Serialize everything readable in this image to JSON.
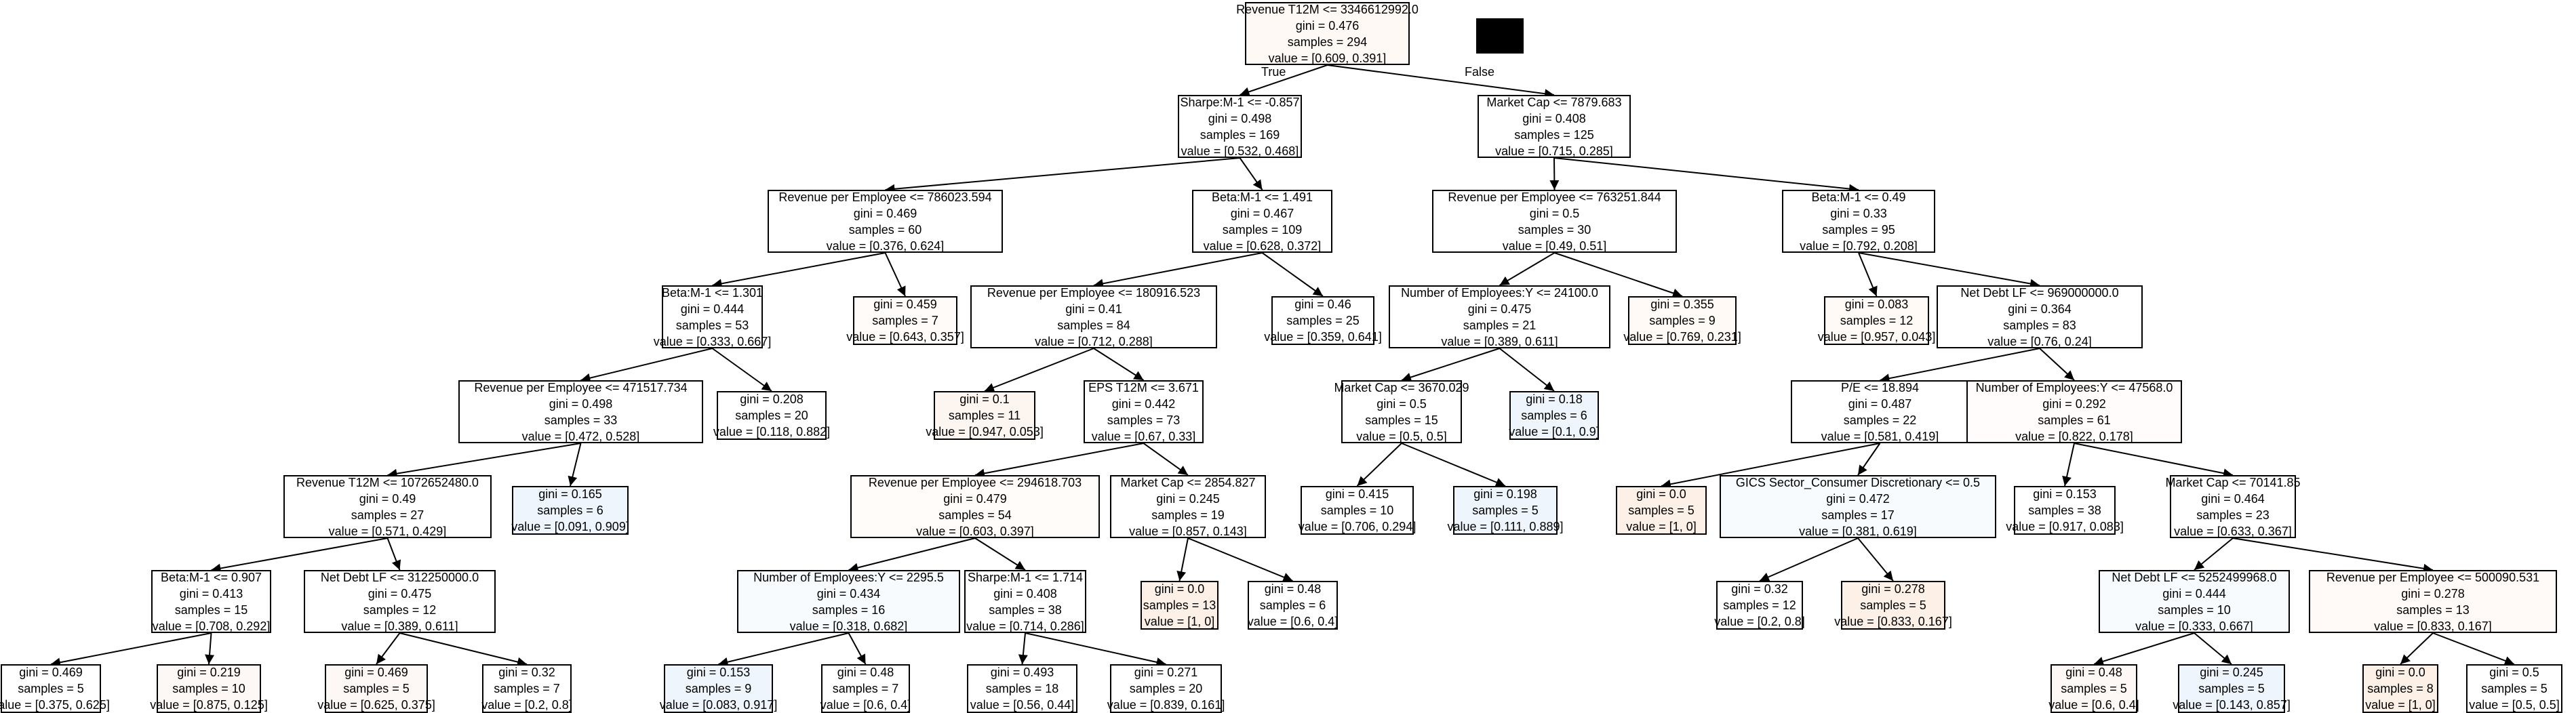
{
  "tree": {
    "node_fill": "#ffffff",
    "edge_color": "#000000",
    "edge_labels": {
      "true_label": "True",
      "false_label": "False"
    },
    "nodes": [
      {
        "id": "n0",
        "lines": [
          "Revenue T12M <= 3346612992.0",
          "gini = 0.476",
          "samples = 294",
          "value = [0.609, 0.391]"
        ],
        "fill": "#fff9f6"
      },
      {
        "id": "n1",
        "lines": [
          "Sharpe:M-1 <= -0.857",
          "gini = 0.498",
          "samples = 169",
          "value = [0.532, 0.468]"
        ],
        "fill": "#ffffff"
      },
      {
        "id": "n2",
        "lines": [
          "Market Cap <= 7879.683",
          "gini = 0.408",
          "samples = 125",
          "value = [0.715, 0.285]"
        ],
        "fill": "#ffffff"
      },
      {
        "id": "n3",
        "lines": [
          "Revenue per Employee <= 786023.594",
          "gini = 0.469",
          "samples = 60",
          "value = [0.376, 0.624]"
        ],
        "fill": "#ffffff"
      },
      {
        "id": "n4",
        "lines": [
          "Beta:M-1 <= 1.491",
          "gini = 0.467",
          "samples = 109",
          "value = [0.628, 0.372]"
        ],
        "fill": "#ffffff"
      },
      {
        "id": "n5",
        "lines": [
          "Revenue per Employee <= 763251.844",
          "gini = 0.5",
          "samples = 30",
          "value = [0.49, 0.51]"
        ],
        "fill": "#ffffff"
      },
      {
        "id": "n6",
        "lines": [
          "Beta:M-1 <= 0.49",
          "gini = 0.33",
          "samples = 95",
          "value = [0.792, 0.208]"
        ],
        "fill": "#ffffff"
      },
      {
        "id": "n7",
        "lines": [
          "Beta:M-1 <= 1.301",
          "gini = 0.444",
          "samples = 53",
          "value = [0.333, 0.667]"
        ],
        "fill": "#ffffff"
      },
      {
        "id": "n8",
        "lines": [
          "gini = 0.459",
          "samples = 7",
          "value = [0.643, 0.357]"
        ],
        "fill": "#fffbf8"
      },
      {
        "id": "n9",
        "lines": [
          "Revenue per Employee <= 180916.523",
          "gini = 0.41",
          "samples = 84",
          "value = [0.712, 0.288]"
        ],
        "fill": "#ffffff"
      },
      {
        "id": "n10",
        "lines": [
          "gini = 0.46",
          "samples = 25",
          "value = [0.359, 0.641]"
        ],
        "fill": "#ffffff"
      },
      {
        "id": "n11",
        "lines": [
          "Number of Employees:Y <= 24100.0",
          "gini = 0.475",
          "samples = 21",
          "value = [0.389, 0.611]"
        ],
        "fill": "#ffffff"
      },
      {
        "id": "n12",
        "lines": [
          "gini = 0.355",
          "samples = 9",
          "value = [0.769, 0.231]"
        ],
        "fill": "#fffaf6"
      },
      {
        "id": "n13",
        "lines": [
          "gini = 0.083",
          "samples = 12",
          "value = [0.957, 0.043]"
        ],
        "fill": "#fffaf6"
      },
      {
        "id": "n14",
        "lines": [
          "Net Debt LF <= 969000000.0",
          "gini = 0.364",
          "samples = 83",
          "value = [0.76, 0.24]"
        ],
        "fill": "#ffffff"
      },
      {
        "id": "n15",
        "lines": [
          "Revenue per Employee <= 471517.734",
          "gini = 0.498",
          "samples = 33",
          "value = [0.472, 0.528]"
        ],
        "fill": "#ffffff"
      },
      {
        "id": "n16",
        "lines": [
          "gini = 0.208",
          "samples = 20",
          "value = [0.118, 0.882]"
        ],
        "fill": "#ffffff"
      },
      {
        "id": "n17",
        "lines": [
          "gini = 0.1",
          "samples = 11",
          "value = [0.947, 0.053]"
        ],
        "fill": "#fdf5f0"
      },
      {
        "id": "n18",
        "lines": [
          "EPS T12M <= 3.671",
          "gini = 0.442",
          "samples = 73",
          "value = [0.67, 0.33]"
        ],
        "fill": "#ffffff"
      },
      {
        "id": "n19",
        "lines": [
          "Market Cap <= 3670.029",
          "gini = 0.5",
          "samples = 15",
          "value = [0.5, 0.5]"
        ],
        "fill": "#ffffff"
      },
      {
        "id": "n20",
        "lines": [
          "gini = 0.18",
          "samples = 6",
          "value = [0.1, 0.9]"
        ],
        "fill": "#eff5fc"
      },
      {
        "id": "n21",
        "lines": [
          "P/E <= 18.894",
          "gini = 0.487",
          "samples = 22",
          "value = [0.581, 0.419]"
        ],
        "fill": "#ffffff"
      },
      {
        "id": "n22",
        "lines": [
          "Number of Employees:Y <= 47568.0",
          "gini = 0.292",
          "samples = 61",
          "value = [0.822, 0.178]"
        ],
        "fill": "#fffcfb"
      },
      {
        "id": "n23",
        "lines": [
          "Revenue T12M <= 1072652480.0",
          "gini = 0.49",
          "samples = 27",
          "value = [0.571, 0.429]"
        ],
        "fill": "#ffffff"
      },
      {
        "id": "n24",
        "lines": [
          "gini = 0.165",
          "samples = 6",
          "value = [0.091, 0.909]"
        ],
        "fill": "#eef5fd"
      },
      {
        "id": "n25",
        "lines": [
          "Revenue per Employee <= 294618.703",
          "gini = 0.479",
          "samples = 54",
          "value = [0.603, 0.397]"
        ],
        "fill": "#fffcfa"
      },
      {
        "id": "n26",
        "lines": [
          "Market Cap <= 2854.827",
          "gini = 0.245",
          "samples = 19",
          "value = [0.857, 0.143]"
        ],
        "fill": "#ffffff"
      },
      {
        "id": "n27",
        "lines": [
          "gini = 0.415",
          "samples = 10",
          "value = [0.706, 0.294]"
        ],
        "fill": "#ffffff"
      },
      {
        "id": "n28",
        "lines": [
          "gini = 0.198",
          "samples = 5",
          "value = [0.111, 0.889]"
        ],
        "fill": "#eef5fd"
      },
      {
        "id": "n29",
        "lines": [
          "gini = 0.0",
          "samples = 5",
          "value = [1, 0]"
        ],
        "fill": "#fcf0e7"
      },
      {
        "id": "n30",
        "lines": [
          "GICS Sector_Consumer Discretionary <= 0.5",
          "gini = 0.472",
          "samples = 17",
          "value = [0.381, 0.619]"
        ],
        "fill": "#f8fbfe"
      },
      {
        "id": "n31",
        "lines": [
          "gini = 0.153",
          "samples = 38",
          "value = [0.917, 0.083]"
        ],
        "fill": "#ffffff"
      },
      {
        "id": "n32",
        "lines": [
          "Market Cap <= 70141.85",
          "gini = 0.464",
          "samples = 23",
          "value = [0.633, 0.367]"
        ],
        "fill": "#ffffff"
      },
      {
        "id": "n33",
        "lines": [
          "Beta:M-1 <= 0.907",
          "gini = 0.413",
          "samples = 15",
          "value = [0.708, 0.292]"
        ],
        "fill": "#ffffff"
      },
      {
        "id": "n34",
        "lines": [
          "Net Debt LF <= 312250000.0",
          "gini = 0.475",
          "samples = 12",
          "value = [0.389, 0.611]"
        ],
        "fill": "#ffffff"
      },
      {
        "id": "n35",
        "lines": [
          "Number of Employees:Y <= 2295.5",
          "gini = 0.434",
          "samples = 16",
          "value = [0.318, 0.682]"
        ],
        "fill": "#f8fbfe"
      },
      {
        "id": "n36",
        "lines": [
          "Sharpe:M-1 <= 1.714",
          "gini = 0.408",
          "samples = 38",
          "value = [0.714, 0.286]"
        ],
        "fill": "#ffffff"
      },
      {
        "id": "n37",
        "lines": [
          "gini = 0.0",
          "samples = 13",
          "value = [1, 0]"
        ],
        "fill": "#fcf0e7"
      },
      {
        "id": "n38",
        "lines": [
          "gini = 0.48",
          "samples = 6",
          "value = [0.6, 0.4]"
        ],
        "fill": "#ffffff"
      },
      {
        "id": "n39",
        "lines": [
          "gini = 0.32",
          "samples = 12",
          "value = [0.2, 0.8]"
        ],
        "fill": "#ffffff"
      },
      {
        "id": "n40",
        "lines": [
          "gini = 0.278",
          "samples = 5",
          "value = [0.833, 0.167]"
        ],
        "fill": "#fcf0e7"
      },
      {
        "id": "n41",
        "lines": [
          "Net Debt LF <= 5252499968.0",
          "gini = 0.444",
          "samples = 10",
          "value = [0.333, 0.667]"
        ],
        "fill": "#f8fbfe"
      },
      {
        "id": "n42",
        "lines": [
          "Revenue per Employee <= 500090.531",
          "gini = 0.278",
          "samples = 13",
          "value = [0.833, 0.167]"
        ],
        "fill": "#fffaf7"
      },
      {
        "id": "n43",
        "lines": [
          "gini = 0.469",
          "samples = 5",
          "value = [0.375, 0.625]"
        ],
        "fill": "#ffffff"
      },
      {
        "id": "n44",
        "lines": [
          "gini = 0.219",
          "samples = 10",
          "value = [0.875, 0.125]"
        ],
        "fill": "#fdf8f5"
      },
      {
        "id": "n45",
        "lines": [
          "gini = 0.469",
          "samples = 5",
          "value = [0.625, 0.375]"
        ],
        "fill": "#fdf8f5"
      },
      {
        "id": "n46",
        "lines": [
          "gini = 0.32",
          "samples = 7",
          "value = [0.2, 0.8]"
        ],
        "fill": "#ffffff"
      },
      {
        "id": "n47",
        "lines": [
          "gini = 0.153",
          "samples = 9",
          "value = [0.083, 0.917]"
        ],
        "fill": "#eef5fd"
      },
      {
        "id": "n48",
        "lines": [
          "gini = 0.48",
          "samples = 7",
          "value = [0.6, 0.4]"
        ],
        "fill": "#ffffff"
      },
      {
        "id": "n49",
        "lines": [
          "gini = 0.493",
          "samples = 18",
          "value = [0.56, 0.44]"
        ],
        "fill": "#ffffff"
      },
      {
        "id": "n50",
        "lines": [
          "gini = 0.271",
          "samples = 20",
          "value = [0.839, 0.161]"
        ],
        "fill": "#ffffff"
      },
      {
        "id": "n51",
        "lines": [
          "gini = 0.48",
          "samples = 5",
          "value = [0.6, 0.4]"
        ],
        "fill": "#fdf8f5"
      },
      {
        "id": "n52",
        "lines": [
          "gini = 0.245",
          "samples = 5",
          "value = [0.143, 0.857]"
        ],
        "fill": "#eef5fd"
      },
      {
        "id": "n53",
        "lines": [
          "gini = 0.0",
          "samples = 8",
          "value = [1, 0]"
        ],
        "fill": "#fcf0e7"
      },
      {
        "id": "n54",
        "lines": [
          "gini = 0.5",
          "samples = 5",
          "value = [0.5, 0.5]"
        ],
        "fill": "#ffffff"
      }
    ],
    "edges": [
      [
        "n0",
        "n1"
      ],
      [
        "n0",
        "n2"
      ],
      [
        "n1",
        "n3"
      ],
      [
        "n1",
        "n4"
      ],
      [
        "n2",
        "n5"
      ],
      [
        "n2",
        "n6"
      ],
      [
        "n3",
        "n7"
      ],
      [
        "n3",
        "n8"
      ],
      [
        "n4",
        "n9"
      ],
      [
        "n4",
        "n10"
      ],
      [
        "n5",
        "n11"
      ],
      [
        "n5",
        "n12"
      ],
      [
        "n6",
        "n13"
      ],
      [
        "n6",
        "n14"
      ],
      [
        "n7",
        "n15"
      ],
      [
        "n7",
        "n16"
      ],
      [
        "n9",
        "n17"
      ],
      [
        "n9",
        "n18"
      ],
      [
        "n11",
        "n19"
      ],
      [
        "n11",
        "n20"
      ],
      [
        "n14",
        "n21"
      ],
      [
        "n14",
        "n22"
      ],
      [
        "n15",
        "n23"
      ],
      [
        "n15",
        "n24"
      ],
      [
        "n18",
        "n25"
      ],
      [
        "n18",
        "n26"
      ],
      [
        "n19",
        "n27"
      ],
      [
        "n19",
        "n28"
      ],
      [
        "n21",
        "n29"
      ],
      [
        "n21",
        "n30"
      ],
      [
        "n22",
        "n31"
      ],
      [
        "n22",
        "n32"
      ],
      [
        "n23",
        "n33"
      ],
      [
        "n23",
        "n34"
      ],
      [
        "n25",
        "n35"
      ],
      [
        "n25",
        "n36"
      ],
      [
        "n26",
        "n37"
      ],
      [
        "n26",
        "n38"
      ],
      [
        "n30",
        "n39"
      ],
      [
        "n30",
        "n40"
      ],
      [
        "n32",
        "n41"
      ],
      [
        "n32",
        "n42"
      ],
      [
        "n33",
        "n43"
      ],
      [
        "n33",
        "n44"
      ],
      [
        "n34",
        "n45"
      ],
      [
        "n34",
        "n46"
      ],
      [
        "n35",
        "n47"
      ],
      [
        "n35",
        "n48"
      ],
      [
        "n36",
        "n49"
      ],
      [
        "n36",
        "n50"
      ],
      [
        "n41",
        "n51"
      ],
      [
        "n41",
        "n52"
      ],
      [
        "n42",
        "n53"
      ],
      [
        "n42",
        "n54"
      ]
    ]
  }
}
